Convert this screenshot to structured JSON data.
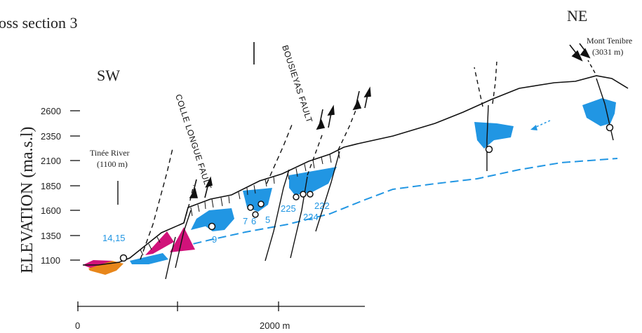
{
  "title": "oss section 3",
  "orientation": {
    "left": "SW",
    "right": "NE"
  },
  "y_axis": {
    "label": "ELEVATION (ma.s.l)",
    "ticks": [
      "2600",
      "2350",
      "2100",
      "1850",
      "1600",
      "1350",
      "1100"
    ]
  },
  "x_scale": {
    "labels": [
      "0",
      "2000 m"
    ]
  },
  "places": [
    {
      "name": "Tinée River",
      "elevation": "(1100 m)"
    },
    {
      "name": "Mont Tenibre",
      "elevation": "(3031 m)"
    }
  ],
  "faults": [
    "COLLE LONGUE FAULT",
    "BOUSIEYAS FAULT"
  ],
  "samples": [
    "14,15",
    "9",
    "7",
    "6",
    "5",
    "225",
    "222",
    "224"
  ],
  "colors": {
    "ice_blue": "#2196e3",
    "magenta": "#d1127a",
    "orange": "#e8861a",
    "line": "#111111"
  }
}
